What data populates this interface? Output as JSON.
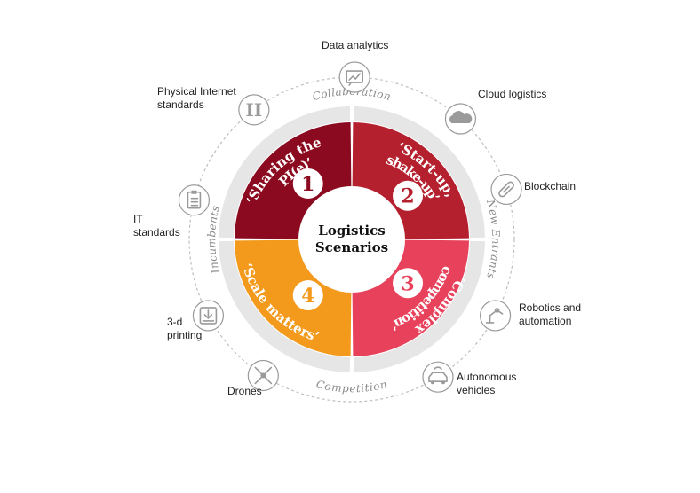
{
  "center": {
    "line1": "Logistics",
    "line2": "Scenarios"
  },
  "quadrants": [
    {
      "number": "1",
      "line1": "‘Sharing the",
      "line2": "PI(e)’",
      "color": "#8b0a1f"
    },
    {
      "number": "2",
      "line1": "‘Start-up,",
      "line2": "shake-up’",
      "color": "#b5202f"
    },
    {
      "number": "3",
      "line1": "‘Complex",
      "line2": "competition’",
      "color": "#e8415c"
    },
    {
      "number": "4",
      "line1": "‘Scale matters’",
      "line2": "",
      "color": "#f39a1c"
    }
  ],
  "axes": {
    "top": "Collaboration",
    "bottom": "Competition",
    "left": "Incumbents",
    "right": "New Entrants"
  },
  "technologies": [
    {
      "label": "Data analytics",
      "icon": "data-analytics-icon"
    },
    {
      "label": "Cloud logistics",
      "icon": "cloud-icon"
    },
    {
      "label": "Blockchain",
      "icon": "blockchain-icon"
    },
    {
      "label": "Robotics and\nautomation",
      "icon": "robot-arm-icon"
    },
    {
      "label": "Autonomous\nvehicles",
      "icon": "autonomous-car-icon"
    },
    {
      "label": "Drones",
      "icon": "drone-icon"
    },
    {
      "label": "3-d\nprinting",
      "icon": "3d-printer-icon"
    },
    {
      "label": "IT\nstandards",
      "icon": "clipboard-icon"
    },
    {
      "label": "Physical Internet\nstandards",
      "icon": "roman-numeral-two-icon",
      "glyph": "II"
    }
  ],
  "colors": {
    "ring": "#bdbdbd",
    "icon_stroke": "#9a9a9a",
    "text": "#222222"
  }
}
